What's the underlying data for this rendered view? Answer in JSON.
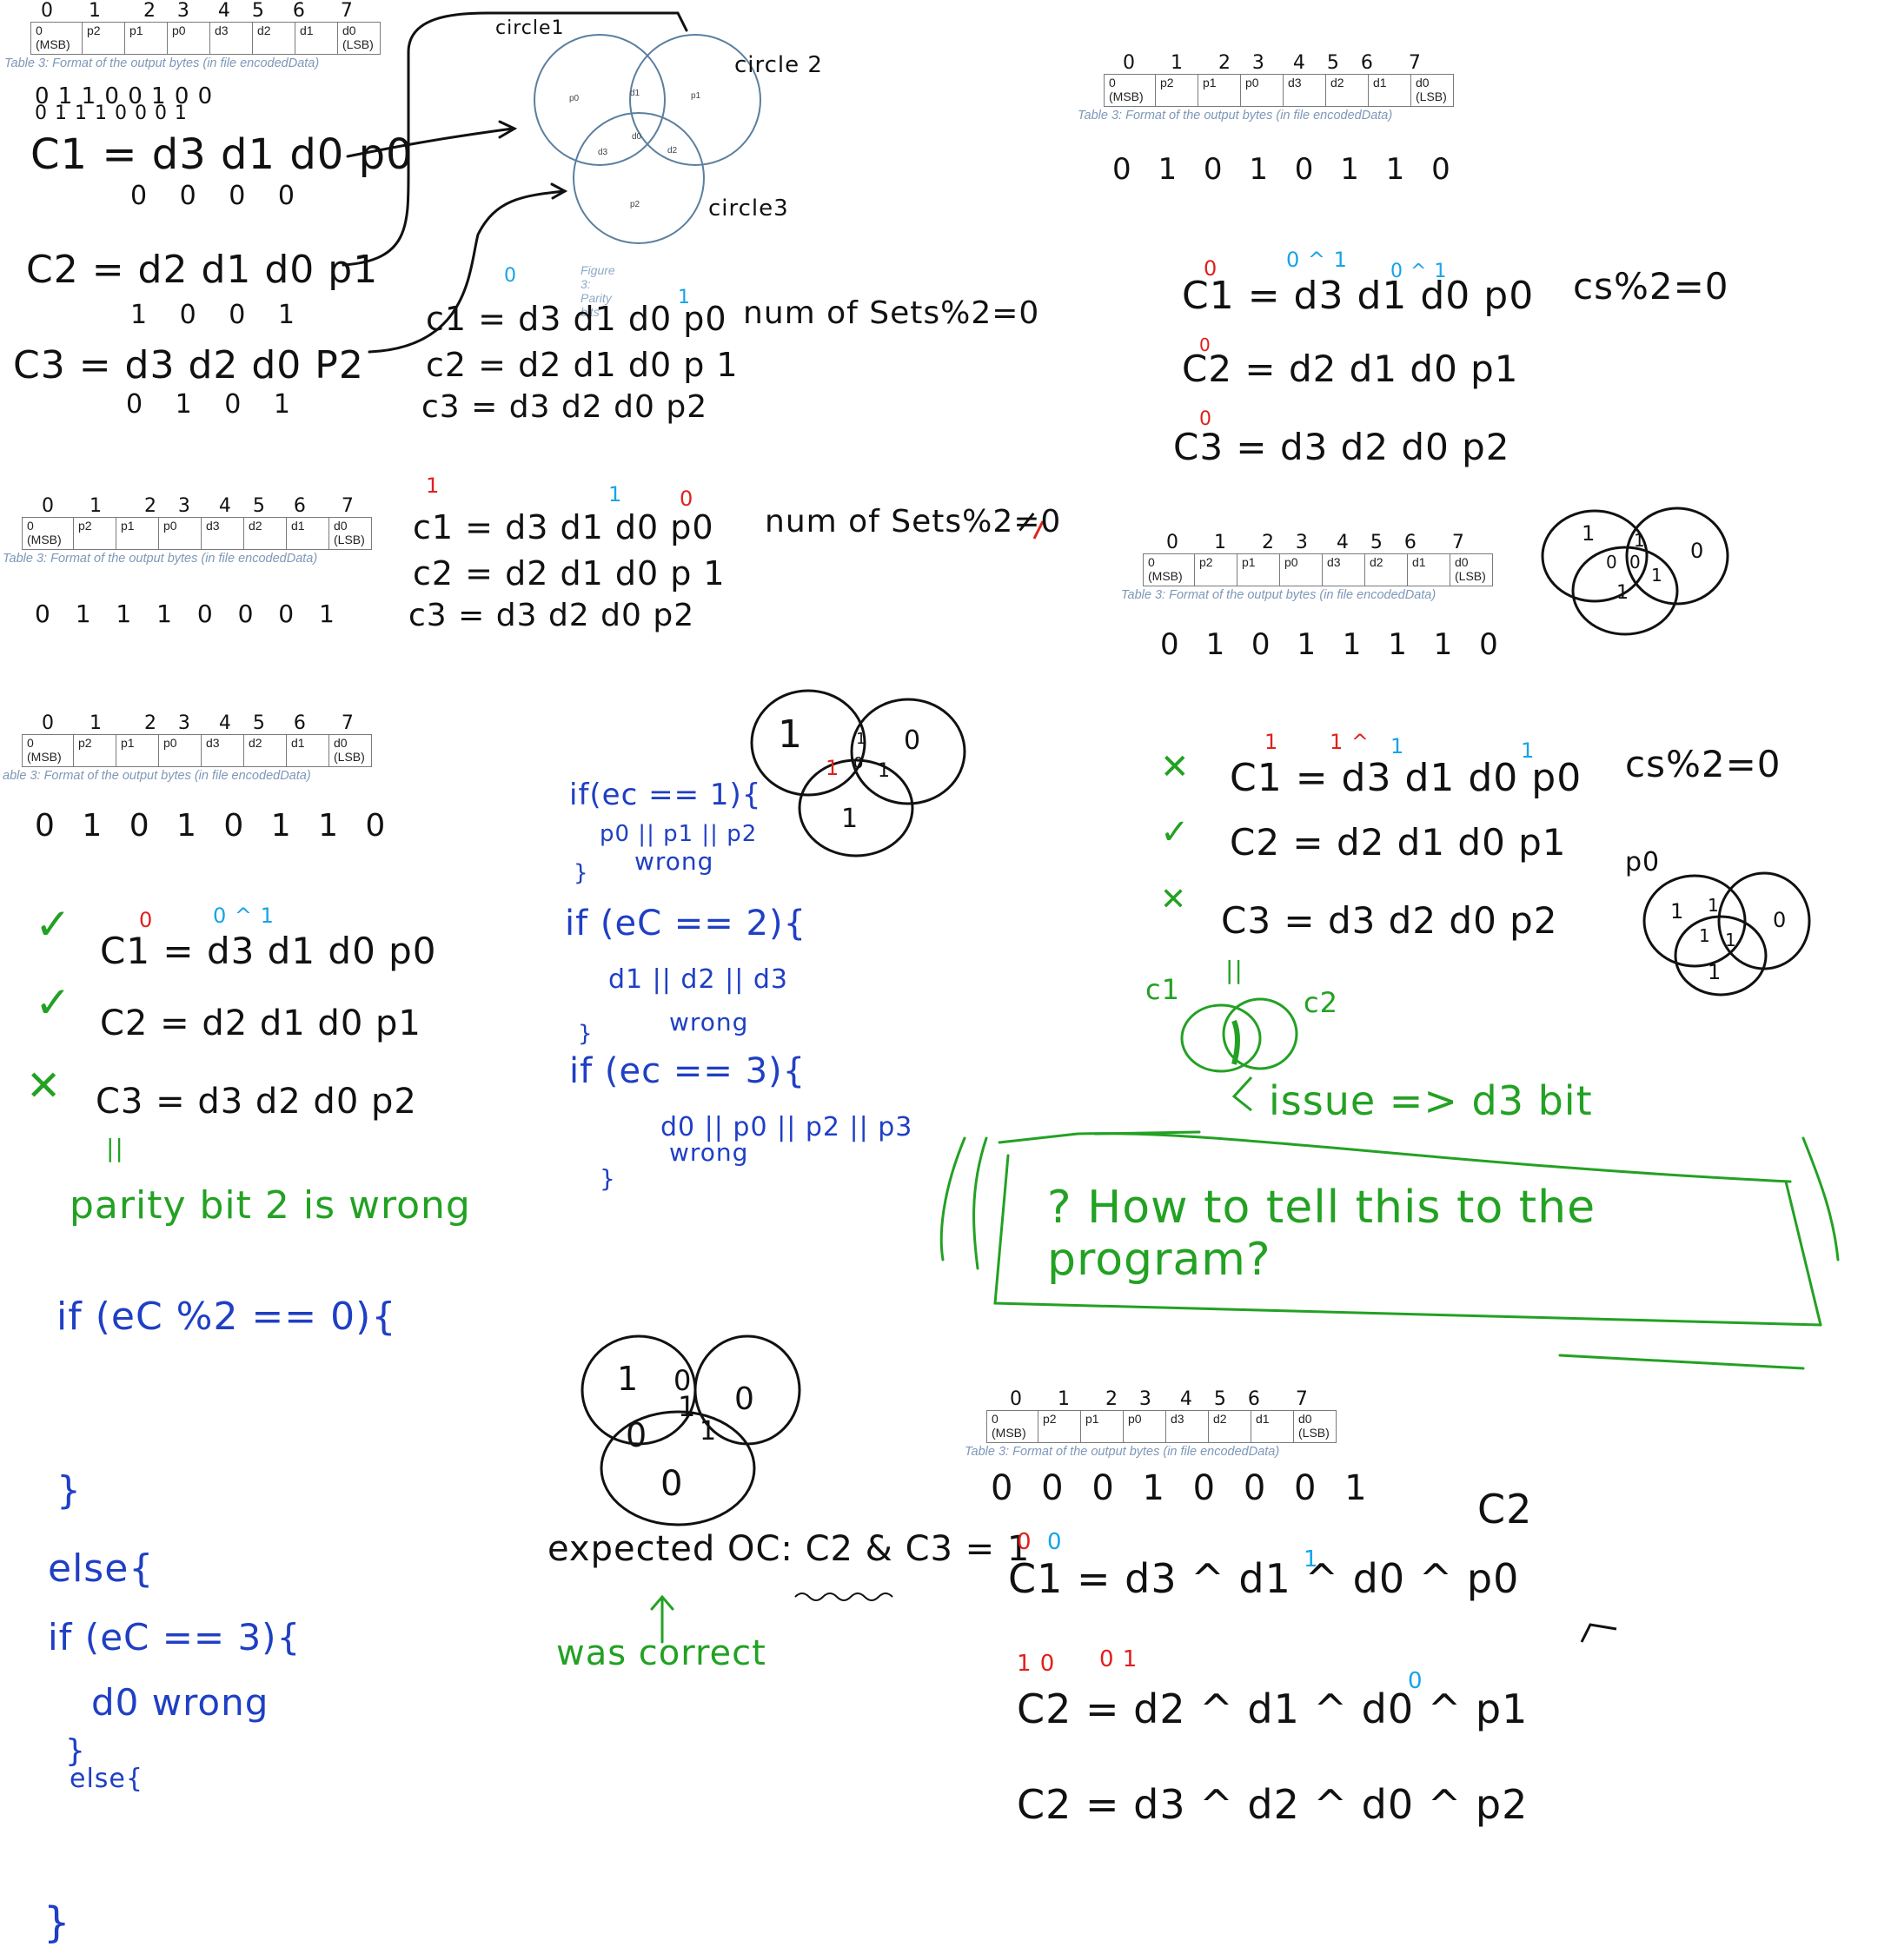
{
  "table": {
    "col_numbers": [
      "0",
      "1",
      "2",
      "3",
      "4",
      "5",
      "6",
      "7"
    ],
    "headers": [
      "0",
      "p2",
      "p1",
      "p0",
      "d3",
      "d2",
      "d1",
      "d0"
    ],
    "msb": "(MSB)",
    "lsb": "(LSB)",
    "caption": "Table 3: Format of the output bytes (in file encodedData)",
    "caption_cut": "able 3: Format of the output bytes (in file encodedData)"
  },
  "figure": {
    "caption": "Figure 3: Parity bits",
    "labels": [
      "p0",
      "d1",
      "p1",
      "d0",
      "d3",
      "d2",
      "p2"
    ],
    "circle1": "circle1",
    "circle2": "circle 2",
    "circle3": "circle3"
  },
  "top_left": {
    "bits_row1": "0 1 1 0 0 1 0 0",
    "bits_row2": "0 1 1 1 0 0 0 1",
    "c1": "C1 = d3 d1 d0 p0",
    "c1_bits": "0 0 0 0",
    "c2": "C2 = d2 d1 d0 p1",
    "c2_bits": "1 0 0 1",
    "c3": "C3 = d3 d2 d0 P2",
    "c3_bits": "0 1 0 1"
  },
  "mid_eqs": {
    "c1": "c1 = d3 d1 d0 p0",
    "c2": "c2 = d2 d1 d0 p 1",
    "c3": "c3 = d3 d2 d0 p2",
    "note_even": "num of Sets%2=0",
    "note_odd": "num of Sets%2≠0",
    "bits": "0 1 1 1 0 0 0 1"
  },
  "right_top": {
    "bits": "0 1 0 1 0 1 1 0",
    "c1": "C1 = d3 d1 d0 p0",
    "c2": "C2 = d2 d1 d0 p1",
    "c3": "C3 = d3 d2 d0 p2",
    "rule": "cs%2=0",
    "bits2": "0 1 0 1 1 1 1 0"
  },
  "left_mid": {
    "bits": "0 1 0 1 0 1 1 0",
    "c1": "C1 = d3 d1 d0 p0",
    "c2": "C2 = d2 d1 d0 p1",
    "c3": "C3 = d3 d2 d0 p2",
    "checks": [
      "✓",
      "✓",
      "✕"
    ],
    "eq_mark": "||",
    "note": "parity bit 2 is wrong",
    "if_mod": "if (eC %2 == 0){",
    "close1": "}",
    "else1": "else{",
    "if_three": "if (eC == 3){",
    "d0_wrong": "d0 wrong",
    "close2": "}",
    "else2": "else{",
    "close3": "}"
  },
  "center_code": {
    "line1": "if(ec == 1){",
    "line2": "p0 || p1 || p2",
    "line3": "wrong",
    "line4": "}",
    "line5": "if (eC == 2){",
    "line6": "d1 || d2 || d3",
    "line7": "wrong",
    "line8": "}",
    "line9": "if (ec == 3){",
    "line10": "d0 || p0 || p2 || p3",
    "line11": "wrong",
    "line12": "}"
  },
  "venn_mid": {
    "vals": [
      "1",
      "1",
      "0",
      "0",
      "1",
      "1",
      "1"
    ]
  },
  "right_mid": {
    "checks": [
      "✕",
      "✓",
      "✕"
    ],
    "c1": "C1 = d3 d1 d0 p0",
    "c2": "C2 = d2 d1 d0 p1",
    "c3": "C3 = d3 d2 d0 p2",
    "rule": "cs%2=0",
    "p0_label": "p0",
    "c1_label": "c1",
    "eq_mark": "||",
    "c2_label": "c2",
    "issue": "issue => d3 bit",
    "question": "? How to tell this to the program?"
  },
  "bottom": {
    "venn_vals": [
      "1",
      "0",
      "0",
      "1",
      "0",
      "1",
      "0"
    ],
    "expected": "expected OC: C2 & C3 = 1",
    "was_correct": "was correct",
    "bits": "0 0 0 1 0 0 0 1",
    "c1": "C1 = d3 ^ d1 ^ d0 ^ p0",
    "c2": "C2 = d2 ^ d1 ^ d0 ^ p1",
    "c3": "C2 = d3 ^ d2 ^ d0 ^ p2",
    "side_label": "C2"
  }
}
